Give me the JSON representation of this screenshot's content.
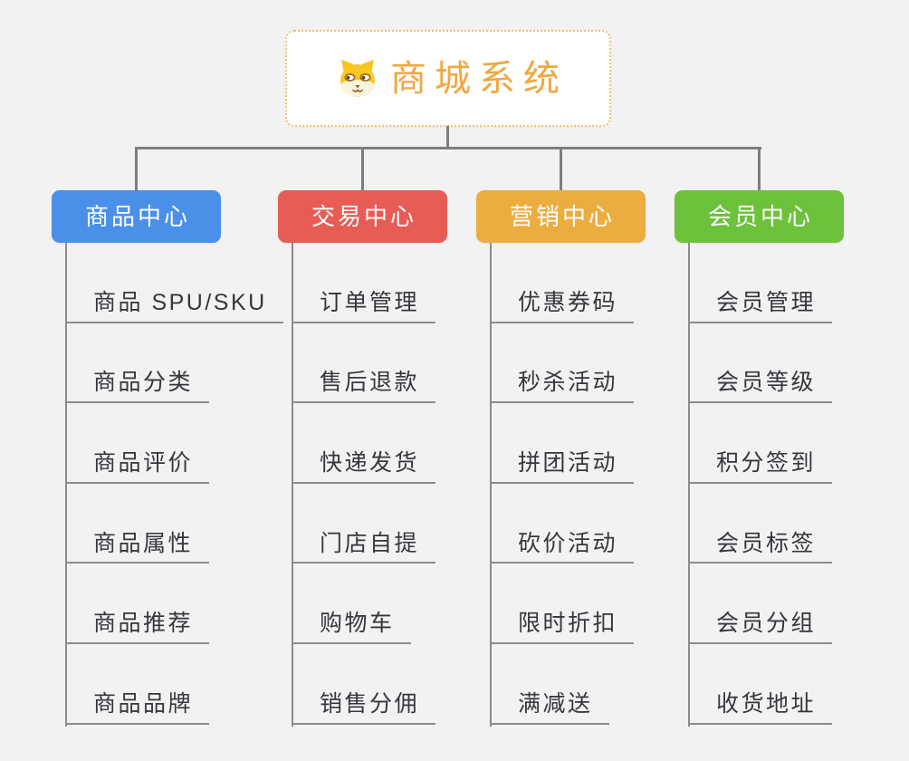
{
  "root": {
    "title": "商城系统",
    "icon": "dog-face-icon"
  },
  "branches": [
    {
      "label": "商品中心",
      "color": "#4A90E8",
      "items": [
        "商品 SPU/SKU",
        "商品分类",
        "商品评价",
        "商品属性",
        "商品推荐",
        "商品品牌"
      ]
    },
    {
      "label": "交易中心",
      "color": "#E85C56",
      "items": [
        "订单管理",
        "售后退款",
        "快递发货",
        "门店自提",
        "购物车",
        "销售分佣"
      ]
    },
    {
      "label": "营销中心",
      "color": "#ECAD40",
      "items": [
        "优惠券码",
        "秒杀活动",
        "拼团活动",
        "砍价活动",
        "限时折扣",
        "满减送"
      ]
    },
    {
      "label": "会员中心",
      "color": "#6DC23C",
      "items": [
        "会员管理",
        "会员等级",
        "积分签到",
        "会员标签",
        "会员分组",
        "收货地址"
      ]
    }
  ],
  "colors": {
    "background": "#F2F2F3",
    "connector": "#7E7E7E",
    "underline": "#8C8C8C",
    "item_text": "#36373C",
    "root_border": "#F2C06E",
    "root_title": "#F1A73E"
  }
}
